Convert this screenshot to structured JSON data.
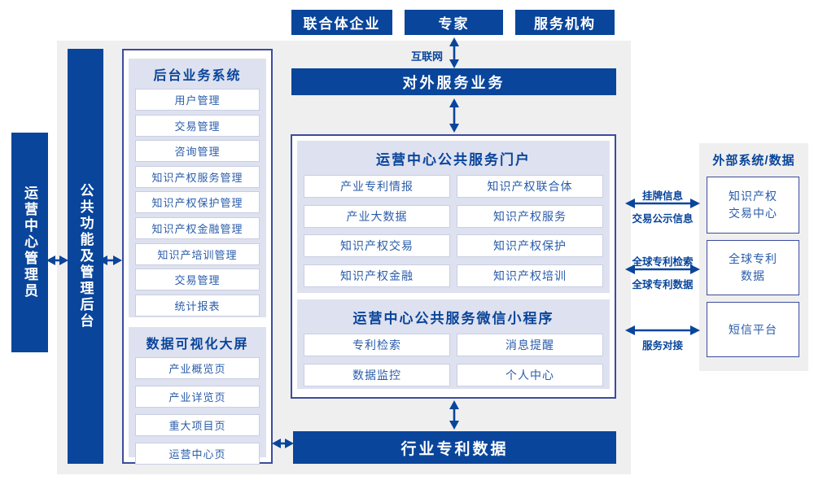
{
  "colors": {
    "navy": "#09459b",
    "panel_lavender": "#dee1ef",
    "background_gray": "#efefef",
    "box_border": "#3c4b9e",
    "item_text_blue": "#2a5caa",
    "row_border": "#c9cfe2"
  },
  "top": {
    "actors": [
      {
        "label": "联合体企业"
      },
      {
        "label": "专家"
      },
      {
        "label": "服务机构"
      }
    ],
    "internet_label": "互联网",
    "external_service_bar": "对外服务业务"
  },
  "left": {
    "admin_bar": "运营中心管理员",
    "backend_bar": "公共功能及管理后台",
    "backend_system": {
      "title": "后台业务系统",
      "items": [
        "用户管理",
        "交易管理",
        "咨询管理",
        "知识产权服务管理",
        "知识产权保护管理",
        "知识产权金融管理",
        "知识产培训管理",
        "交易管理",
        "统计报表"
      ]
    },
    "dashboard": {
      "title": "数据可视化大屏",
      "items": [
        "产业概览页",
        "产业详览页",
        "重大项目页",
        "运营中心页"
      ]
    }
  },
  "center": {
    "portal": {
      "title": "运营中心公共服务门户",
      "items": [
        "产业专利情报",
        "知识产权联合体",
        "产业大数据",
        "知识产权服务",
        "知识产权交易",
        "知识产权保护",
        "知识产权金融",
        "知识产权培训"
      ]
    },
    "miniprogram": {
      "title": "运营中心公共服务微信小程序",
      "items": [
        "专利检索",
        "消息提醒",
        "数据监控",
        "个人中心"
      ]
    },
    "industry_patent_bar": "行业专利数据"
  },
  "right": {
    "title": "外部系统/数据",
    "systems": [
      {
        "line1": "知识产权",
        "line2": "交易中心"
      },
      {
        "line1": "全球专利",
        "line2": "数据"
      },
      {
        "line1": "短信平台"
      }
    ],
    "links": [
      {
        "above": "挂牌信息",
        "below": "交易公示信息"
      },
      {
        "above": "全球专利检索",
        "below": "全球专利数据"
      },
      {
        "below": "服务对接"
      }
    ]
  }
}
